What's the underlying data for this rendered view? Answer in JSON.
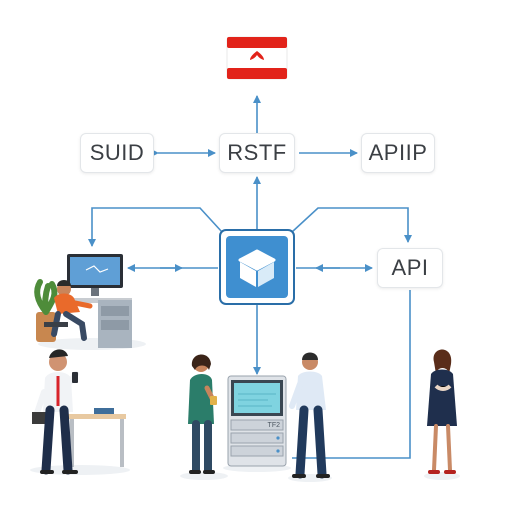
{
  "nodes": {
    "suid": "SUID",
    "rstf": "RSTF",
    "apiip": "APIIP",
    "api": "API"
  },
  "server_tag": "TF2",
  "colors": {
    "connector": "#4a90c8",
    "hub_fill": "#3f8fd0",
    "hub_border": "#2a6ea8",
    "flag_red": "#e2231a"
  },
  "icons": {
    "top": "flag-icon",
    "hub": "cube-icon",
    "server": "server-rack-icon"
  }
}
